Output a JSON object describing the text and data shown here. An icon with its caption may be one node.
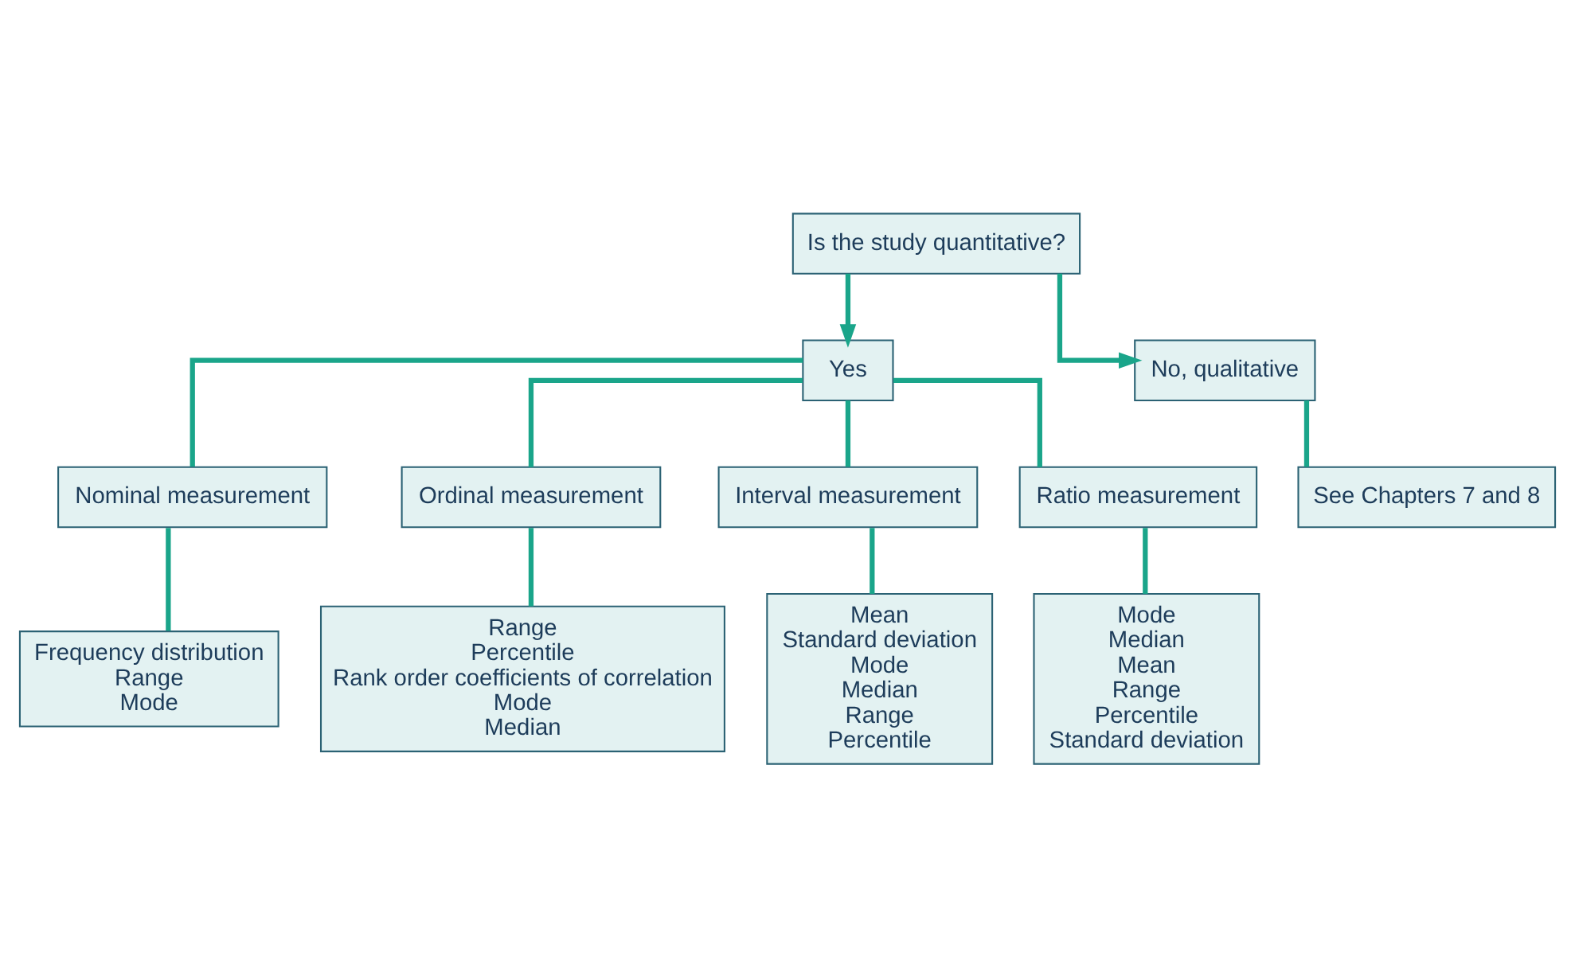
{
  "diagram": {
    "nodes": [
      {
        "text": [
          "Is the study quantitative?"
        ]
      },
      {
        "text": [
          "Yes"
        ]
      },
      {
        "text": [
          "No, qualitative"
        ]
      },
      {
        "text": [
          "See Chapters 7 and 8"
        ]
      },
      {
        "text": [
          "Nominal measurement"
        ]
      },
      {
        "text": [
          "Ordinal measurement"
        ]
      },
      {
        "text": [
          "Interval measurement"
        ]
      },
      {
        "text": [
          "Ratio measurement"
        ]
      },
      {
        "text": [
          "Frequency distribution",
          "Range",
          "Mode"
        ]
      },
      {
        "text": [
          "Range",
          "Percentile",
          "Rank order coefficients of correlation",
          "Mode",
          "Median"
        ]
      },
      {
        "text": [
          "Mean",
          "Standard deviation",
          "Mode",
          "Median",
          "Range",
          "Percentile"
        ]
      },
      {
        "text": [
          "Mode",
          "Median",
          "Mean",
          "Range",
          "Percentile",
          "Standard deviation"
        ]
      }
    ],
    "edges": [
      {
        "from": 0,
        "to": 1,
        "arrow": "to"
      },
      {
        "from": 0,
        "to": 2,
        "arrow": "to"
      },
      {
        "from": 2,
        "to": 3,
        "arrow": "none"
      },
      {
        "from": 1,
        "to": 4,
        "arrow": "none"
      },
      {
        "from": 1,
        "to": 5,
        "arrow": "none"
      },
      {
        "from": 1,
        "to": 6,
        "arrow": "none"
      },
      {
        "from": 1,
        "to": 7,
        "arrow": "none"
      },
      {
        "from": 4,
        "to": 8,
        "arrow": "none"
      },
      {
        "from": 5,
        "to": 9,
        "arrow": "none"
      },
      {
        "from": 6,
        "to": 10,
        "arrow": "none"
      },
      {
        "from": 7,
        "to": 11,
        "arrow": "none"
      }
    ]
  }
}
